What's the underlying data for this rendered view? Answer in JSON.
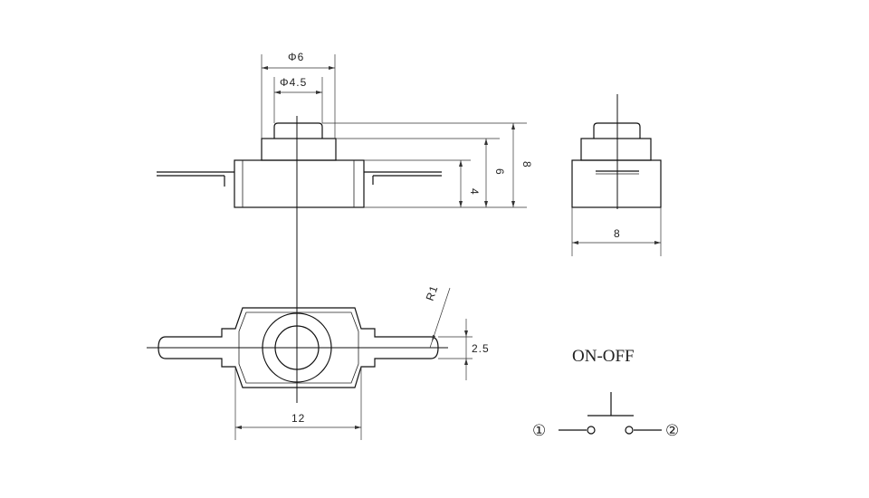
{
  "dimensions": {
    "phi6": "Φ6",
    "phi45": "Φ4.5",
    "h8_side": "8",
    "h6": "6",
    "h4": "4",
    "w8_front": "8",
    "r1": "R1",
    "p25": "2.5",
    "w12": "12"
  },
  "schematic": {
    "title": "ON-OFF",
    "terminal1": "①",
    "terminal2": "②"
  },
  "colors": {
    "line": "#111111",
    "background": "#ffffff"
  }
}
